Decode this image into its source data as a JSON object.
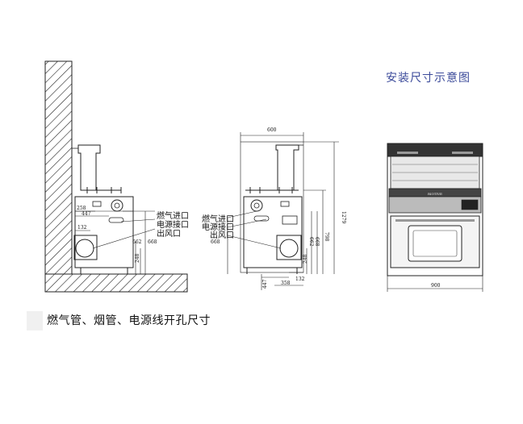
{
  "title": "安装尺寸示意图",
  "caption": "燃气管、烟管、电源线开孔尺寸",
  "left_view": {
    "labels": {
      "gas": "燃气进口",
      "power": "电源接口",
      "exhaust": "出风口"
    },
    "dims": {
      "d258": "258",
      "d447": "447",
      "d132": "132",
      "d662": "662",
      "d668": "668",
      "d248": "248"
    }
  },
  "middle_view": {
    "labels": {
      "gas": "燃气进口",
      "power": "电源接口",
      "exhaust": "出风口"
    },
    "dims": {
      "d600": "600",
      "d1279": "1279",
      "d798": "798",
      "d668": "668",
      "d662": "662",
      "d668b": "668",
      "d248": "248",
      "d447": "447",
      "d358": "358",
      "d132": "132"
    }
  },
  "right_view": {
    "dims": {
      "d900": "900"
    },
    "brand": "RIOTIVE"
  }
}
